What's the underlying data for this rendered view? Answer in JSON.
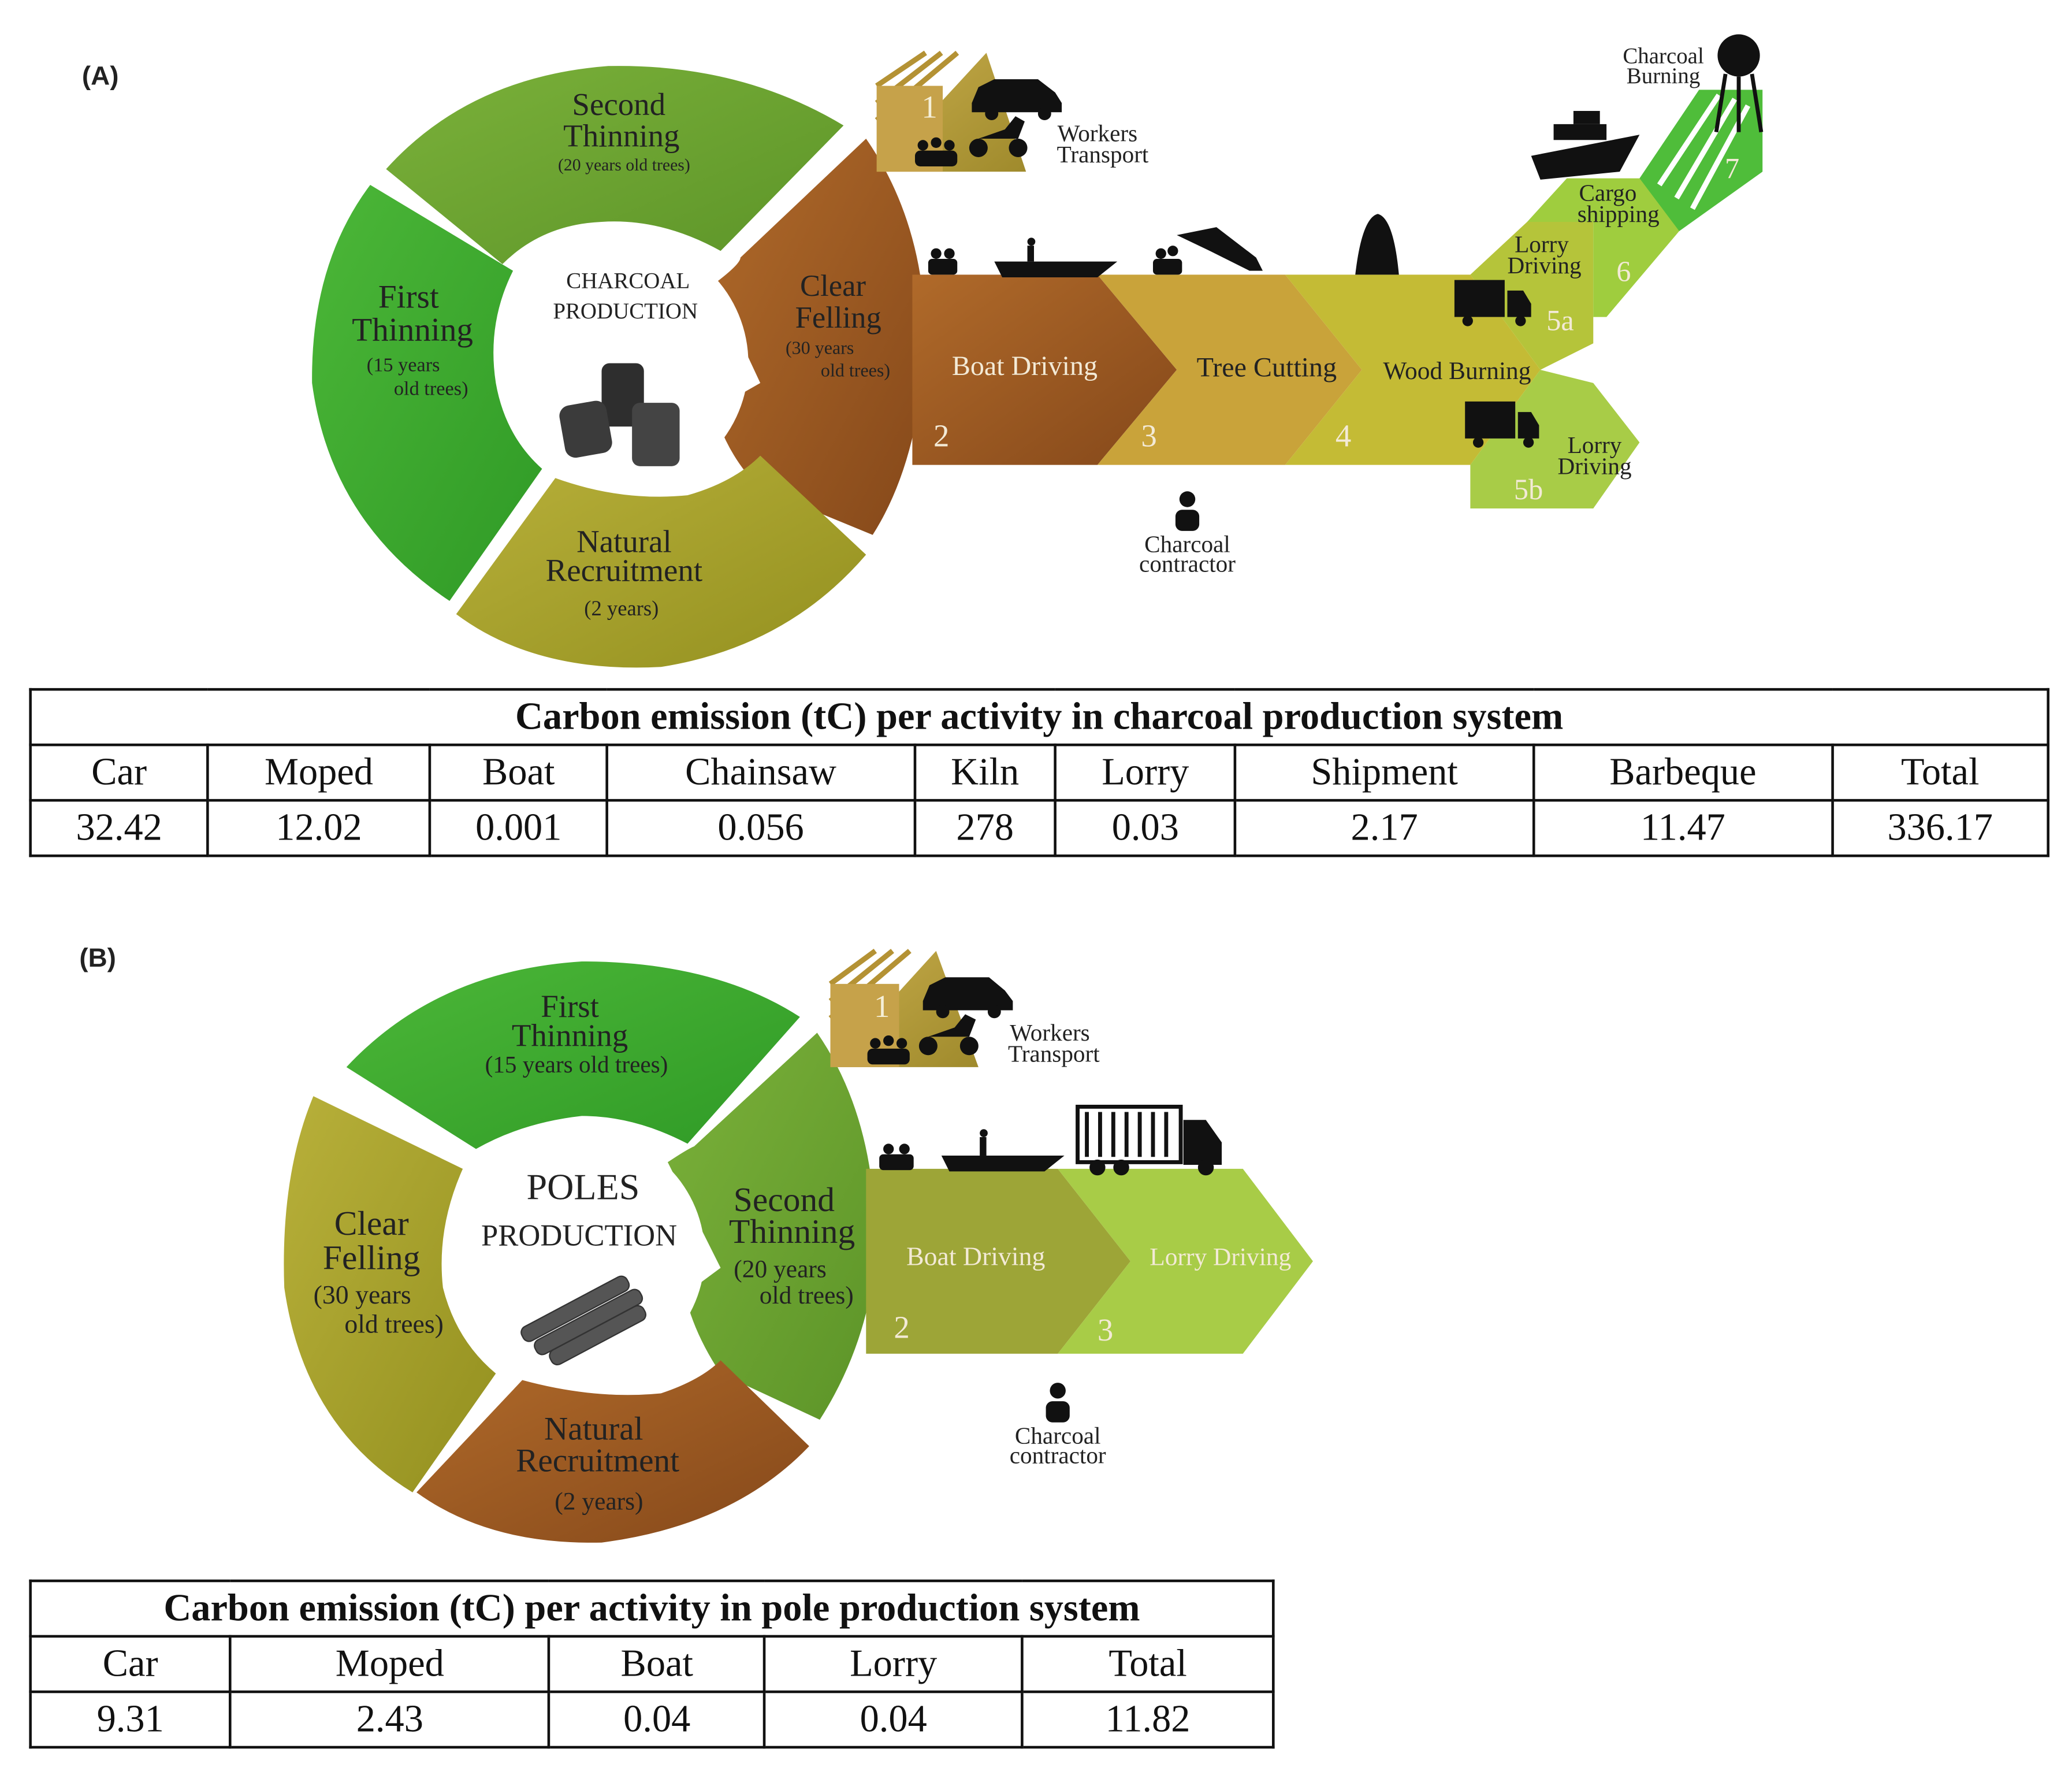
{
  "panel_a": {
    "label": "(A)",
    "center_title": [
      "CHARCOAL",
      "PRODUCTION"
    ],
    "cycle": {
      "second_thinning": [
        "Second",
        "Thinning",
        "(20 years old trees)"
      ],
      "first_thinning": [
        "First",
        "Thinning",
        "(15 years",
        "old trees)"
      ],
      "clear_felling": [
        "Clear",
        "Felling",
        "(30 years",
        "old trees)"
      ],
      "natural_recruitment": [
        "Natural",
        "Recruitment",
        "(2 years)"
      ]
    },
    "steps": {
      "s1_num": "1",
      "s1_label": [
        "Workers",
        "Transport"
      ],
      "s2_num": "2",
      "s2_label": "Boat Driving",
      "s3_num": "3",
      "s3_label": "Tree Cutting",
      "s4_num": "4",
      "s4_label": "Wood Burning",
      "s5a_num": "5a",
      "s5a_label": [
        "Lorry",
        "Driving"
      ],
      "s5b_num": "5b",
      "s5b_label": [
        "Lorry",
        "Driving"
      ],
      "s6_num": "6",
      "s6_label": [
        "Cargo",
        "shipping"
      ],
      "s7_num": "7",
      "s7_label": [
        "Charcoal",
        "Burning"
      ]
    },
    "contractor": [
      "Charcoal",
      "contractor"
    ],
    "table": {
      "title": "Carbon emission (tC) per activity in charcoal production system",
      "headers": [
        "Car",
        "Moped",
        "Boat",
        "Chainsaw",
        "Kiln",
        "Lorry",
        "Shipment",
        "Barbeque",
        "Total"
      ],
      "values": [
        "32.42",
        "12.02",
        "0.001",
        "0.056",
        "278",
        "0.03",
        "2.17",
        "11.47",
        "336.17"
      ]
    }
  },
  "panel_b": {
    "label": "(B)",
    "center_title": [
      "POLES",
      "PRODUCTION"
    ],
    "cycle": {
      "first_thinning": [
        "First",
        "Thinning",
        "(15 years old trees)"
      ],
      "clear_felling": [
        "Clear",
        "Felling",
        "(30 years",
        "old trees)"
      ],
      "second_thinning": [
        "Second",
        "Thinning",
        "(20 years",
        "old trees)"
      ],
      "natural_recruitment": [
        "Natural",
        "Recruitment",
        "(2 years)"
      ]
    },
    "steps": {
      "s1_num": "1",
      "s1_label": [
        "Workers",
        "Transport"
      ],
      "s2_num": "2",
      "s2_label": "Boat Driving",
      "s3_num": "3",
      "s3_label": "Lorry Driving"
    },
    "contractor": [
      "Charcoal",
      "contractor"
    ],
    "table": {
      "title": "Carbon emission (tC) per activity in pole production system",
      "headers": [
        "Car",
        "Moped",
        "Boat",
        "Lorry",
        "Total"
      ],
      "values": [
        "9.31",
        "2.43",
        "0.04",
        "0.04",
        "11.82"
      ]
    }
  },
  "colors": {
    "dark_green": "#3aa52b",
    "mid_green": "#6ea22e",
    "olive": "#a6a02c",
    "brown": "#9b5a22",
    "gold": "#c9a037",
    "yellow_olive": "#c4bb35",
    "light_green": "#9dc43c"
  }
}
